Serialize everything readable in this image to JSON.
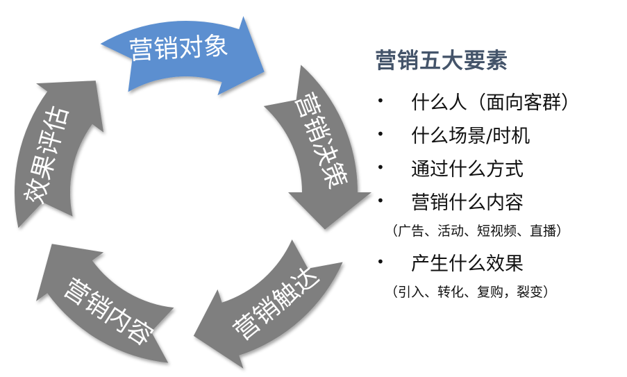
{
  "cycle": {
    "segments": [
      {
        "label": "营销对象",
        "color": "#5b8fd0"
      },
      {
        "label": "营销决策",
        "color": "#7f7f7f"
      },
      {
        "label": "营销触达",
        "color": "#7f7f7f"
      },
      {
        "label": "营销内容",
        "color": "#7f7f7f"
      },
      {
        "label": "效果评估",
        "color": "#7f7f7f"
      }
    ]
  },
  "panel": {
    "title": "营销五大要素",
    "items": [
      {
        "text": "什么人（面向客群）",
        "sub": ""
      },
      {
        "text": "什么场景/时机",
        "sub": ""
      },
      {
        "text": "通过什么方式",
        "sub": ""
      },
      {
        "text": "营销什么内容",
        "sub": "（广告、活动、短视频、直播）"
      },
      {
        "text": "产生什么效果",
        "sub": "（引入、转化、复购，裂变）"
      }
    ],
    "bullet_char": "•"
  }
}
